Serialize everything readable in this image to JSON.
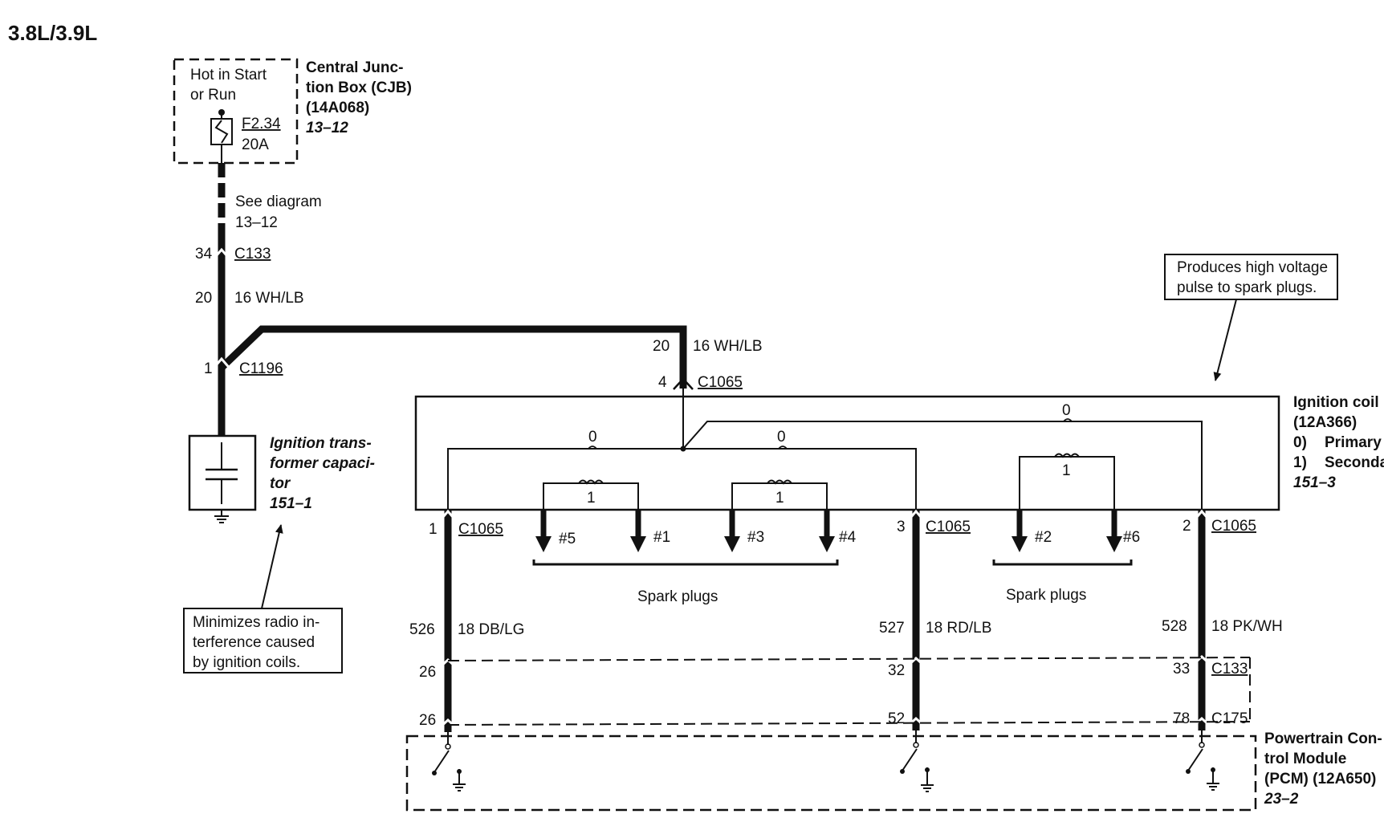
{
  "title": "3.8L/3.9L",
  "cjb": {
    "power_label": [
      "Hot in Start",
      "or Run"
    ],
    "fuse_id": "F2.34",
    "fuse_rating": "20A",
    "name_lines": [
      "Central Junc-",
      "tion Box (CJB)",
      "(14A068)"
    ],
    "ref": "13–12"
  },
  "see_diagram": [
    "See diagram",
    "13–12"
  ],
  "connectors": {
    "c133_top": {
      "name": "C133",
      "pin": "34"
    },
    "c1196": {
      "name": "C1196",
      "pin": "1"
    },
    "c1065_in": {
      "name": "C1065",
      "pin": "4"
    },
    "c1065_1": {
      "name": "C1065",
      "pin": "1"
    },
    "c1065_3": {
      "name": "C1065",
      "pin": "3"
    },
    "c1065_2": {
      "name": "C1065",
      "pin": "2"
    },
    "c133_bottom": {
      "name": "C133"
    },
    "c175": {
      "name": "C175"
    }
  },
  "wires": {
    "main": {
      "circuit": "20",
      "spec": "16 WH/LB"
    },
    "feed": {
      "circuit": "20",
      "spec": "16 WH/LB"
    },
    "coil_a": {
      "circuit": "526",
      "spec": "18 DB/LG",
      "c133_pin": "26",
      "c175_pin": "26"
    },
    "coil_b": {
      "circuit": "527",
      "spec": "18 RD/LB",
      "c133_pin": "32",
      "c175_pin": "52"
    },
    "coil_c": {
      "circuit": "528",
      "spec": "18 PK/WH",
      "c133_pin": "33",
      "c175_pin": "78"
    }
  },
  "capacitor": {
    "name_lines": [
      "Ignition trans-",
      "former capaci-",
      "tor"
    ],
    "ref": "151–1",
    "note_lines": [
      "Minimizes radio in-",
      "terference caused",
      "by ignition coils."
    ]
  },
  "coil": {
    "name_lines": [
      "Ignition coil",
      "(12A366)"
    ],
    "legend": [
      {
        "key": "0)",
        "label": "Primary"
      },
      {
        "key": "1)",
        "label": "Secondary"
      }
    ],
    "ref": "151–3",
    "note_lines": [
      "Produces high voltage",
      "pulse to spark plugs."
    ],
    "primary_marks": [
      "0",
      "0",
      "0"
    ],
    "secondary_marks": [
      "1",
      "1",
      "1"
    ]
  },
  "spark_plugs": {
    "group1": {
      "label": "Spark plugs",
      "plugs": [
        "#5",
        "#1",
        "#3",
        "#4"
      ]
    },
    "group2": {
      "label": "Spark plugs",
      "plugs": [
        "#2",
        "#6"
      ]
    }
  },
  "pcm": {
    "name_lines": [
      "Powertrain Con-",
      "trol Module",
      "(PCM) (12A650)"
    ],
    "ref": "23–2"
  }
}
